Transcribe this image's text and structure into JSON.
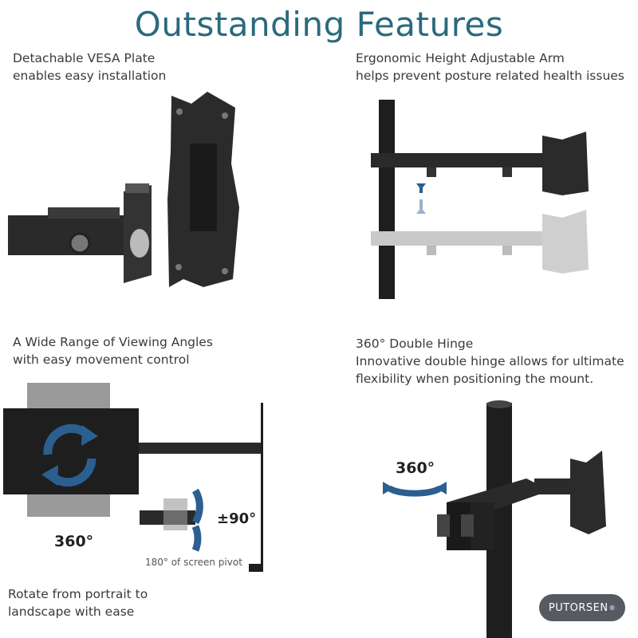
{
  "title": "Outstanding Features",
  "features": [
    {
      "line1": "Detachable VESA Plate",
      "line2": "enables easy installation"
    },
    {
      "line1": "Ergonomic Height Adjustable Arm",
      "line2": "helps prevent posture related health issues"
    },
    {
      "line1": "A Wide Range of Viewing Angles",
      "line2": "with easy movement control"
    },
    {
      "line1": "360° Double Hinge",
      "line2": "Innovative double hinge allows for ultimate",
      "line3": "flexibility when positioning the mount."
    }
  ],
  "angles_panel": {
    "rotation_label": "360°",
    "tilt_label": "±90°",
    "pivot_label": "180° of screen pivot",
    "bottom_line1": "Rotate from portrait to",
    "bottom_line2": "landscape with ease"
  },
  "hinge_panel": {
    "rotation_label": "360°"
  },
  "brand": {
    "name": "PUTORSEN",
    "mark": "®"
  },
  "colors": {
    "title": "#2a6a7c",
    "arrow_blue": "#2b5f8f",
    "metal": "#1e1e1e"
  }
}
